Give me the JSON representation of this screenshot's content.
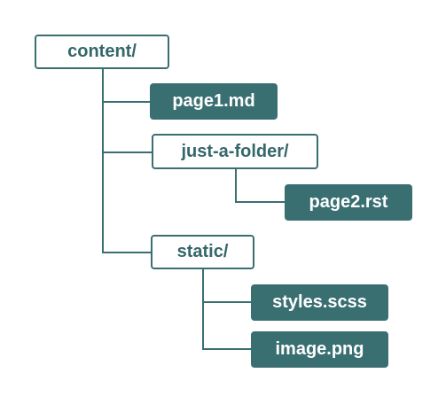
{
  "diagram": {
    "type": "directory-tree",
    "colors": {
      "accent": "#3a6f72",
      "folder_text": "#35676b",
      "file_text": "#ffffff",
      "background": "#ffffff"
    },
    "nodes": {
      "content": {
        "label": "content/",
        "kind": "folder"
      },
      "page1": {
        "label": "page1.md",
        "kind": "file"
      },
      "just_a_folder": {
        "label": "just-a-folder/",
        "kind": "folder"
      },
      "page2": {
        "label": "page2.rst",
        "kind": "file"
      },
      "static": {
        "label": "static/",
        "kind": "folder"
      },
      "styles": {
        "label": "styles.scss",
        "kind": "file"
      },
      "image": {
        "label": "image.png",
        "kind": "file"
      }
    },
    "edges": [
      {
        "from": "content",
        "to": "page1"
      },
      {
        "from": "content",
        "to": "just_a_folder"
      },
      {
        "from": "content",
        "to": "static"
      },
      {
        "from": "just_a_folder",
        "to": "page2"
      },
      {
        "from": "static",
        "to": "styles"
      },
      {
        "from": "static",
        "to": "image"
      }
    ]
  }
}
